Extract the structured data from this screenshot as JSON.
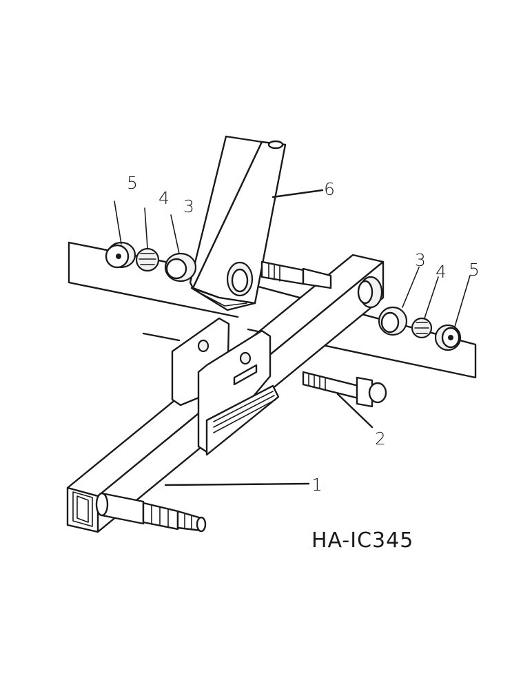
{
  "diagram": {
    "figure_code": "HA-IC345",
    "callouts": {
      "part_1": "1",
      "part_2": "2",
      "part_3_left": "3",
      "part_4_left": "4",
      "part_5_left": "5",
      "part_3_right": "3",
      "part_4_right": "4",
      "part_5_right": "5",
      "part_6": "6"
    }
  }
}
